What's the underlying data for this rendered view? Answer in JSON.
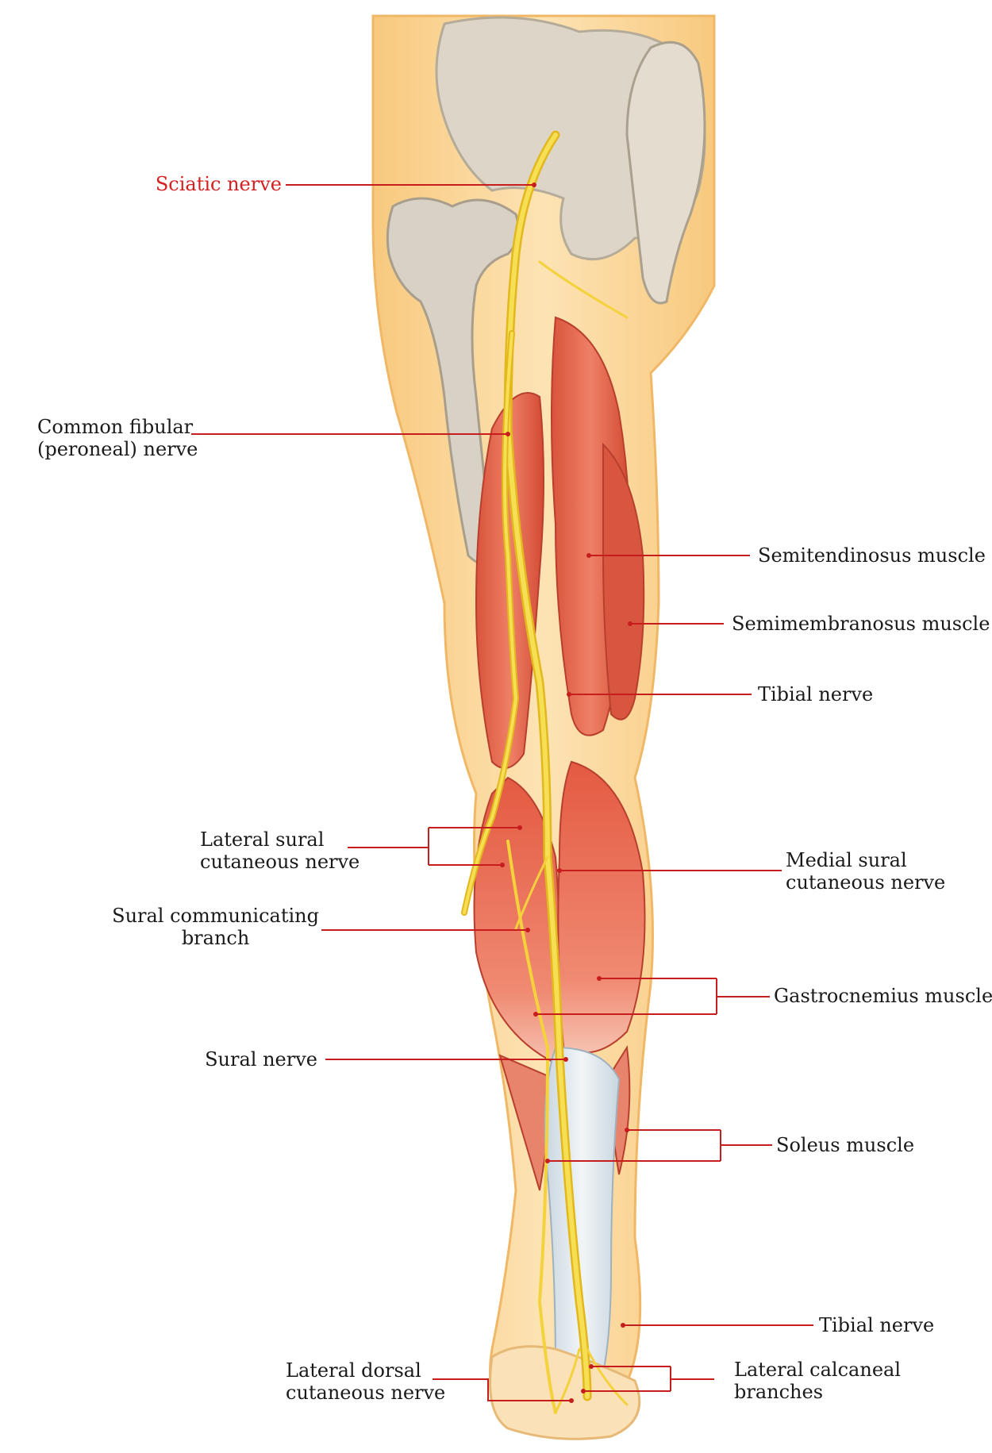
{
  "colors": {
    "skin": "#fbd79c",
    "bone": "#d9d4c9",
    "muscle": "#e5664f",
    "nerve": "#f3d23c",
    "tendon": "#d9e4ec",
    "leader_line": "#c81d1d"
  },
  "labels": {
    "sciatic": "Sciatic nerve",
    "common_fibular_1": "Common fibular",
    "common_fibular_2": "(peroneal) nerve",
    "semitendinosus": "Semitendinosus muscle",
    "semimembranosus": "Semimembranosus muscle",
    "tibial_upper": "Tibial nerve",
    "lateral_sural_1": "Lateral sural",
    "lateral_sural_2": "cutaneous nerve",
    "medial_sural_1": "Medial sural",
    "medial_sural_2": "cutaneous nerve",
    "sural_comm_1": "Sural communicating",
    "sural_comm_2": "branch",
    "gastrocnemius": "Gastrocnemius muscle",
    "sural_nerve": "Sural nerve",
    "soleus": "Soleus muscle",
    "tibial_lower": "Tibial nerve",
    "lateral_dorsal_1": "Lateral dorsal",
    "lateral_dorsal_2": "cutaneous nerve",
    "lateral_calcaneal_1": "Lateral calcaneal",
    "lateral_calcaneal_2": "branches"
  }
}
